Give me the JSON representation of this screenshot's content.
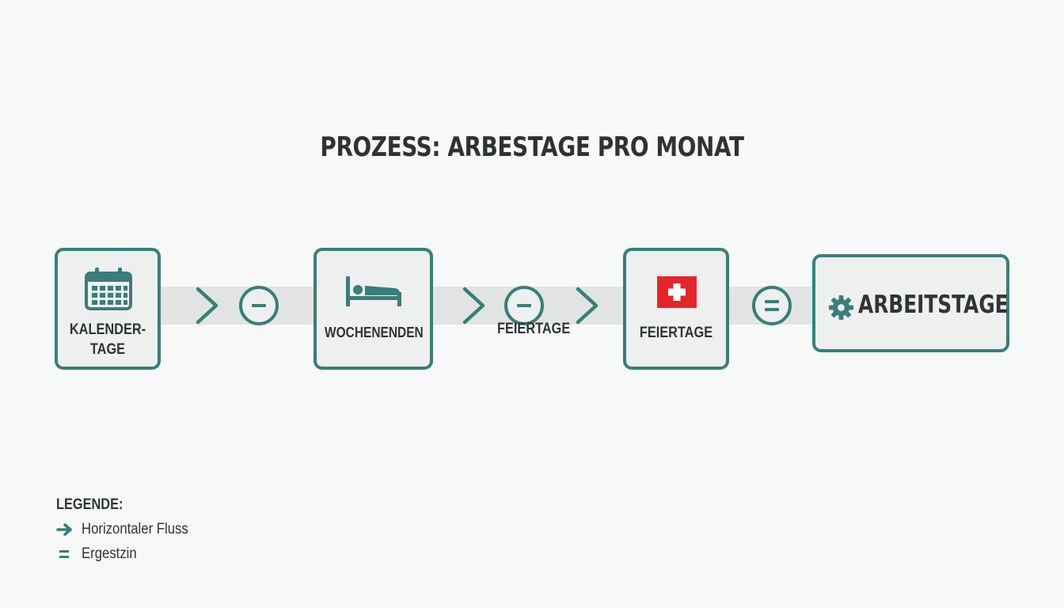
{
  "title": "PROZESS: ARBESTAGE PRO MONAT",
  "colors": {
    "accent": "#3a7d7a",
    "box_fill": "#eeefef",
    "band": "#e2e4e4",
    "text": "#2f3436",
    "swiss_red": "#e3262c"
  },
  "steps": {
    "kalendertage": {
      "line1": "KALENDER-",
      "line2": "TAGE",
      "icon": "calendar-icon"
    },
    "wochenenden": {
      "label": "WOCHENENDEN",
      "icon": "bed-icon"
    },
    "feiertage": {
      "label": "FEIERTAGE",
      "icon": "swiss-flag-icon"
    },
    "arbeitstage": {
      "label": "ARBEITSTAGE",
      "icon": "gear-icon"
    }
  },
  "operators": {
    "minus_1": "minus",
    "minus_2": "minus",
    "equals": "equals"
  },
  "band_label": "FEIERTAGE",
  "legend": {
    "title": "LEGENDE:",
    "items": [
      {
        "icon": "arrow-right-icon",
        "label": "Horizontaler Fluss"
      },
      {
        "icon": "equals-icon",
        "label": "Ergestzin"
      }
    ]
  }
}
